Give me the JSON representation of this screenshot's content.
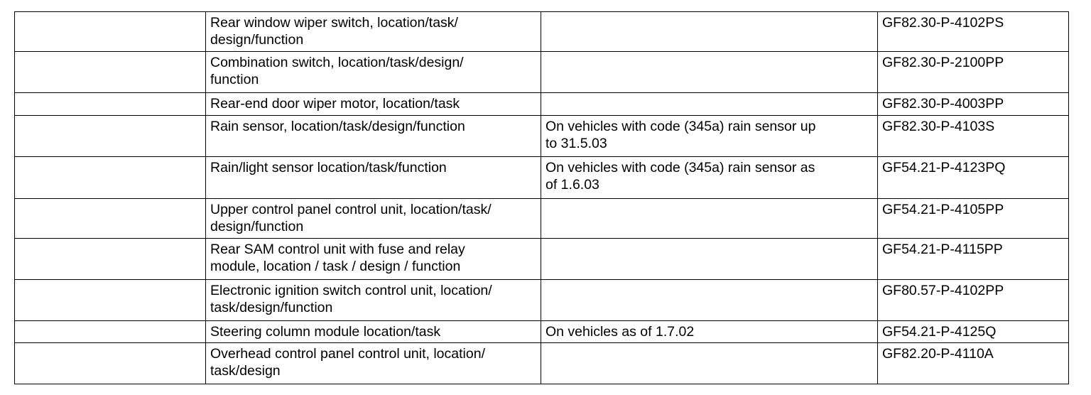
{
  "rows": [
    {
      "col1": "",
      "description": "Rear window wiper switch, location/task/\ndesign/function",
      "note": "",
      "reference": "GF82.30-P-4102PS"
    },
    {
      "col1": "",
      "description": "Combination switch, location/task/design/\nfunction",
      "note": "",
      "reference": "GF82.30-P-2100PP"
    },
    {
      "col1": "",
      "description": "Rear-end door wiper motor, location/task",
      "note": "",
      "reference": "GF82.30-P-4003PP"
    },
    {
      "col1": "",
      "description": "Rain sensor, location/task/design/function",
      "note": "On vehicles with code (345a) rain sensor up\nto 31.5.03",
      "reference": "GF82.30-P-4103S"
    },
    {
      "col1": "",
      "description": "Rain/light sensor location/task/function",
      "note": "On vehicles with code (345a) rain sensor as\nof 1.6.03",
      "reference": "GF54.21-P-4123PQ"
    },
    {
      "col1": "",
      "description": "Upper control panel control unit, location/task/\ndesign/function",
      "note": "",
      "reference": "GF54.21-P-4105PP"
    },
    {
      "col1": "",
      "description": "Rear SAM control unit with fuse and relay\nmodule, location / task / design / function",
      "note": "",
      "reference": "GF54.21-P-4115PP"
    },
    {
      "col1": "",
      "description": "Electronic ignition switch control unit, location/\ntask/design/function",
      "note": "",
      "reference": "GF80.57-P-4102PP"
    },
    {
      "col1": "",
      "description": "Steering column module location/task",
      "note": "On vehicles as of 1.7.02",
      "reference": "GF54.21-P-4125Q"
    },
    {
      "col1": "",
      "description": "Overhead control panel control unit, location/\ntask/design",
      "note": "",
      "reference": "GF82.20-P-4110A"
    }
  ]
}
